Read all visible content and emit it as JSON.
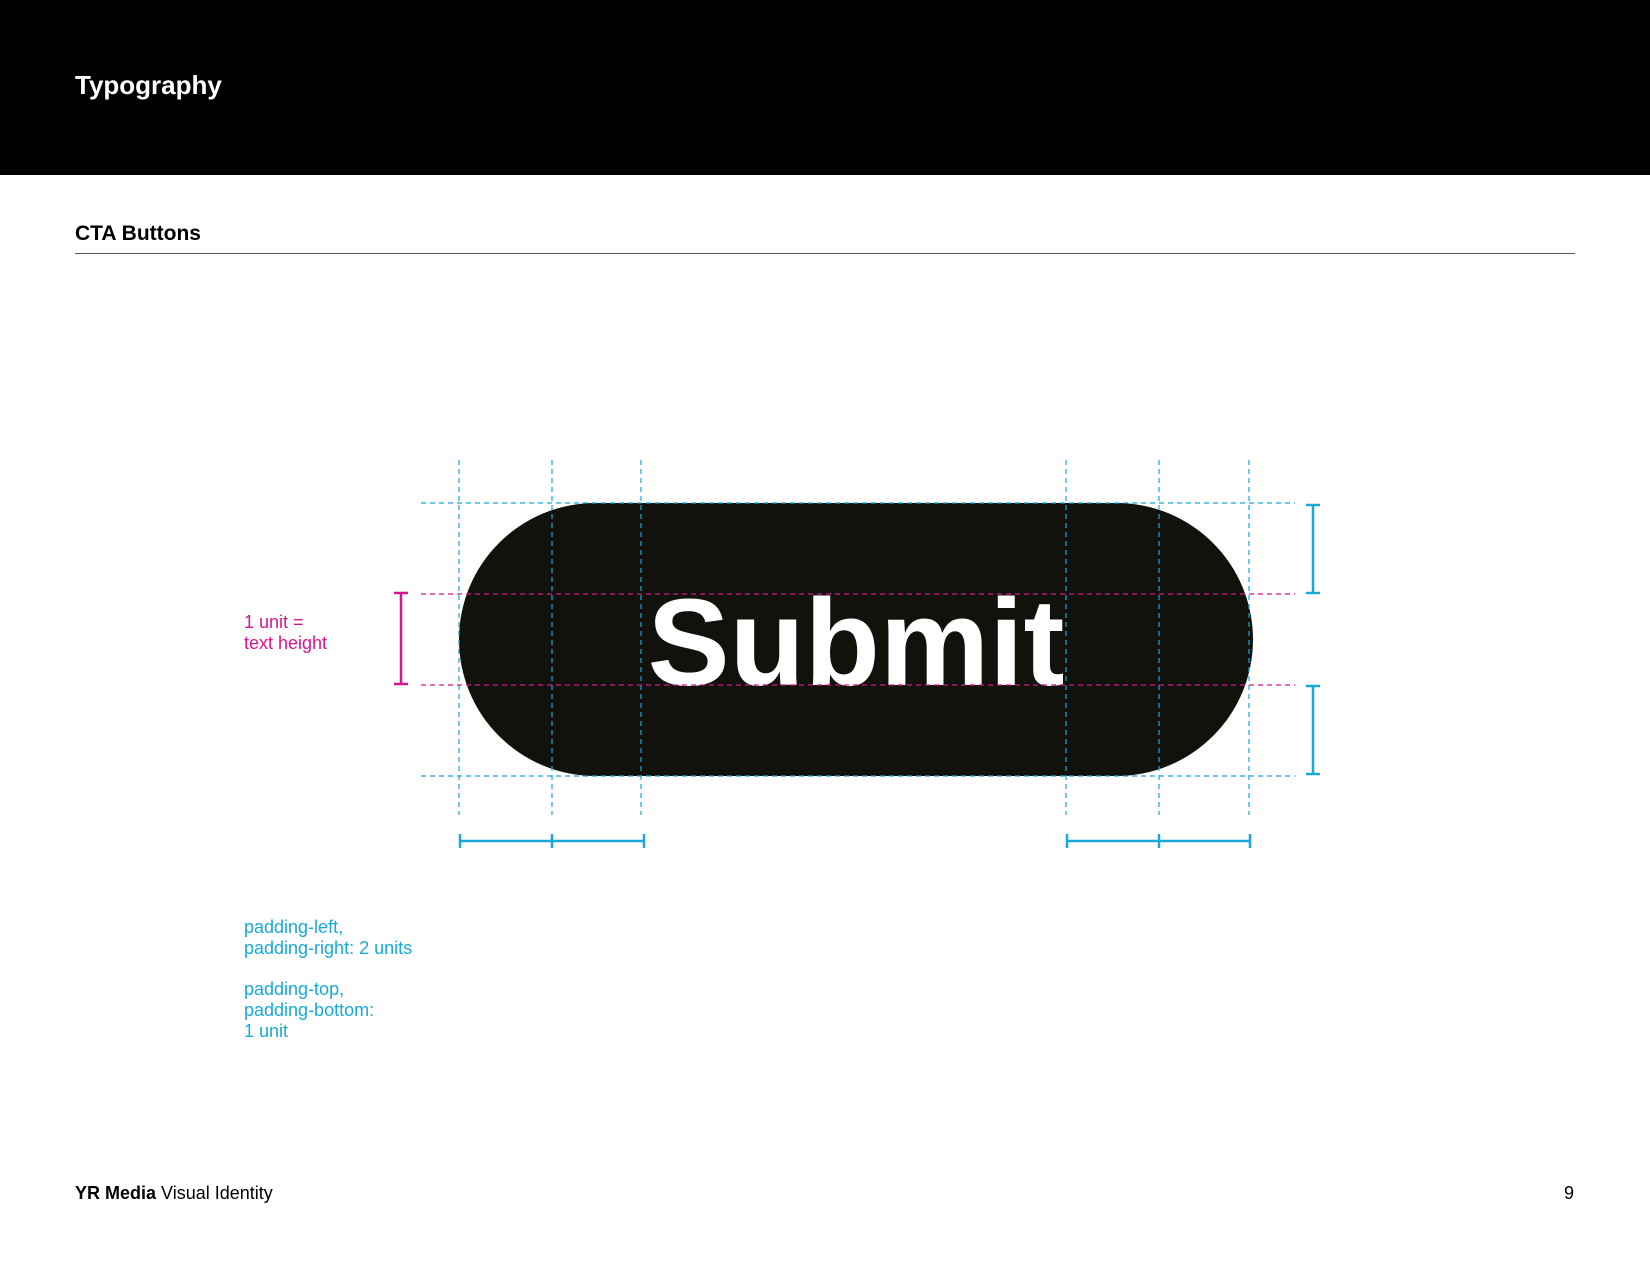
{
  "header": {
    "title": "Typography"
  },
  "section": {
    "title": "CTA Buttons"
  },
  "button": {
    "label": "Submit"
  },
  "annotations": {
    "unit_lines": [
      "1 unit =",
      "text height"
    ],
    "padding_lr_lines": [
      "padding-left,",
      "padding-right: 2 units"
    ],
    "padding_tb_lines": [
      "padding-top,",
      "padding-bottom:",
      "1 unit"
    ]
  },
  "footer": {
    "brand": "YR Media",
    "subtitle": " Visual Identity",
    "page_number": "9"
  },
  "colors": {
    "button_fill": "#11120c",
    "button_text": "#ffffff",
    "guide_cyan": "#19a9d8",
    "guide_magenta": "#d4168f",
    "header_bg": "#000000"
  }
}
